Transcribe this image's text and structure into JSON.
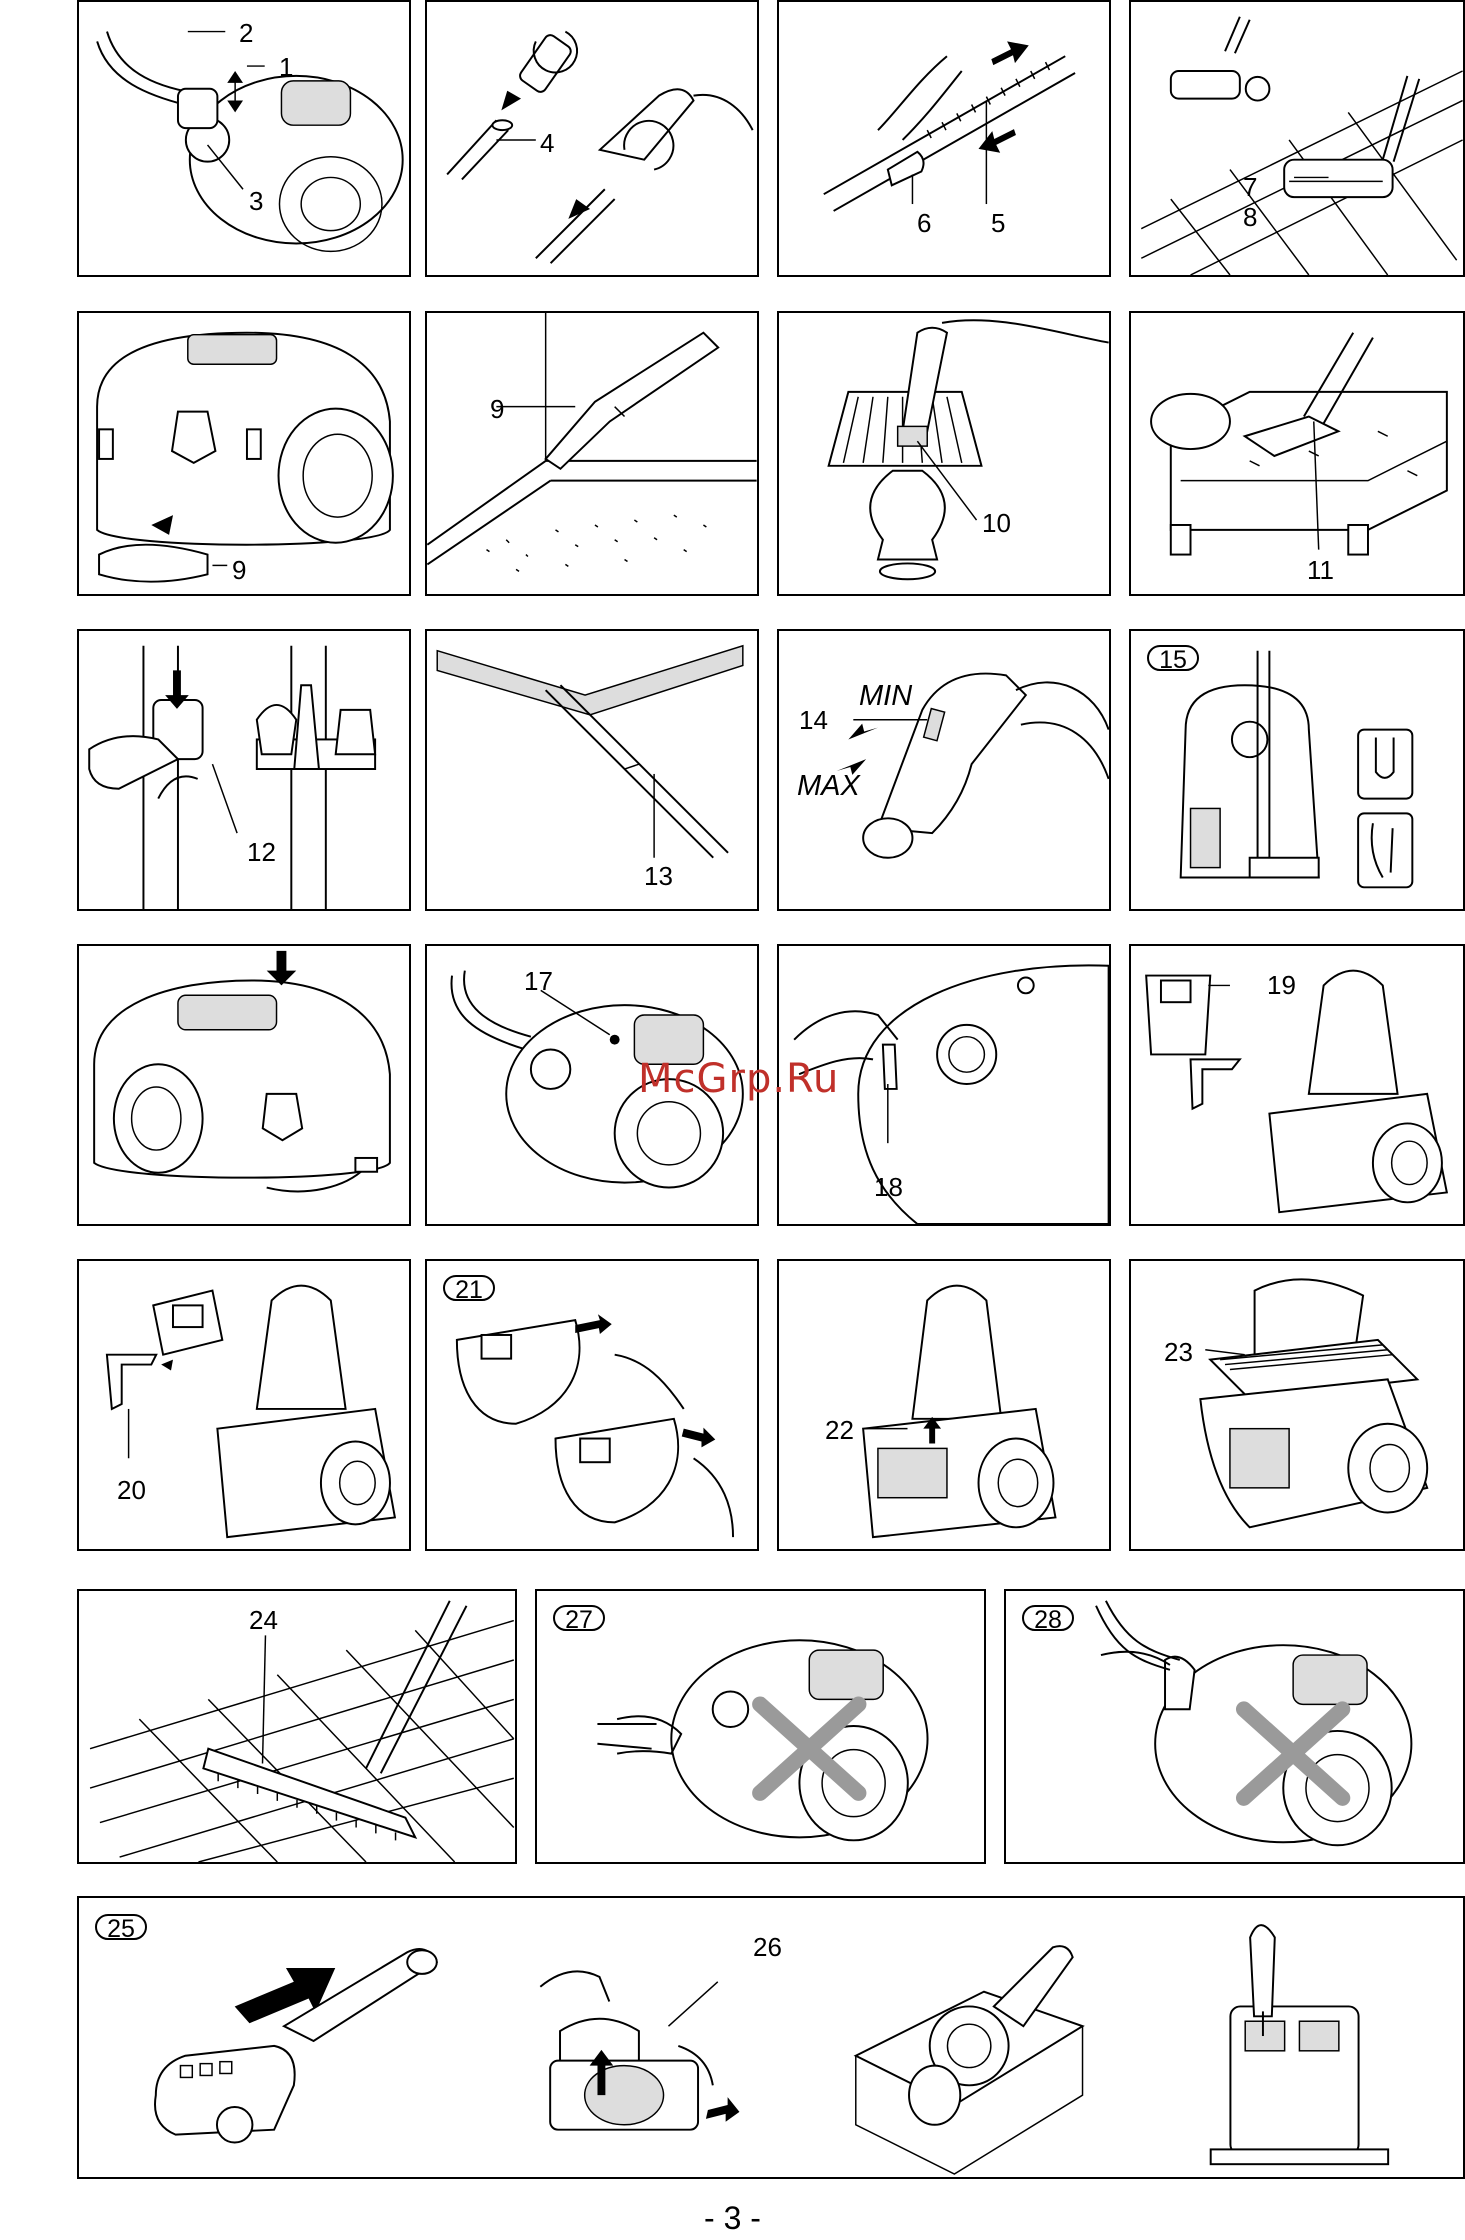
{
  "figures": [
    {
      "id": "p1",
      "labels": [
        "2",
        "1",
        "3"
      ]
    },
    {
      "id": "p2",
      "labels": [
        "4"
      ]
    },
    {
      "id": "p3",
      "labels": [
        "6",
        "5"
      ]
    },
    {
      "id": "p4",
      "labels": [
        "7",
        "8"
      ]
    },
    {
      "id": "p5",
      "labels": [
        "9"
      ]
    },
    {
      "id": "p6",
      "labels": [
        "9"
      ]
    },
    {
      "id": "p7",
      "labels": [
        "10"
      ]
    },
    {
      "id": "p8",
      "labels": [
        "11"
      ]
    },
    {
      "id": "p9",
      "labels": [
        "12"
      ]
    },
    {
      "id": "p10",
      "labels": [
        "13"
      ]
    },
    {
      "id": "p11",
      "labels": [
        "14",
        "MIN",
        "MAX"
      ]
    },
    {
      "id": "p12",
      "step": "15"
    },
    {
      "id": "p13",
      "labels": []
    },
    {
      "id": "p14",
      "labels": [
        "17"
      ]
    },
    {
      "id": "p15",
      "labels": [
        "18"
      ]
    },
    {
      "id": "p16",
      "labels": [
        "19"
      ]
    },
    {
      "id": "p17",
      "labels": [
        "20"
      ]
    },
    {
      "id": "p18",
      "step": "21"
    },
    {
      "id": "p19",
      "labels": [
        "22"
      ]
    },
    {
      "id": "p20",
      "labels": [
        "23"
      ]
    },
    {
      "id": "p21",
      "labels": [
        "24"
      ]
    },
    {
      "id": "p22",
      "step": "27"
    },
    {
      "id": "p23",
      "step": "28"
    },
    {
      "id": "p24",
      "step": "25",
      "labels": [
        "26"
      ]
    }
  ],
  "watermark": "McGrp.Ru",
  "page_number": "- 3 -",
  "colors": {
    "line": "#000000",
    "background": "#ffffff",
    "watermark": "#c0302a",
    "cross": "#9a9a9a"
  }
}
